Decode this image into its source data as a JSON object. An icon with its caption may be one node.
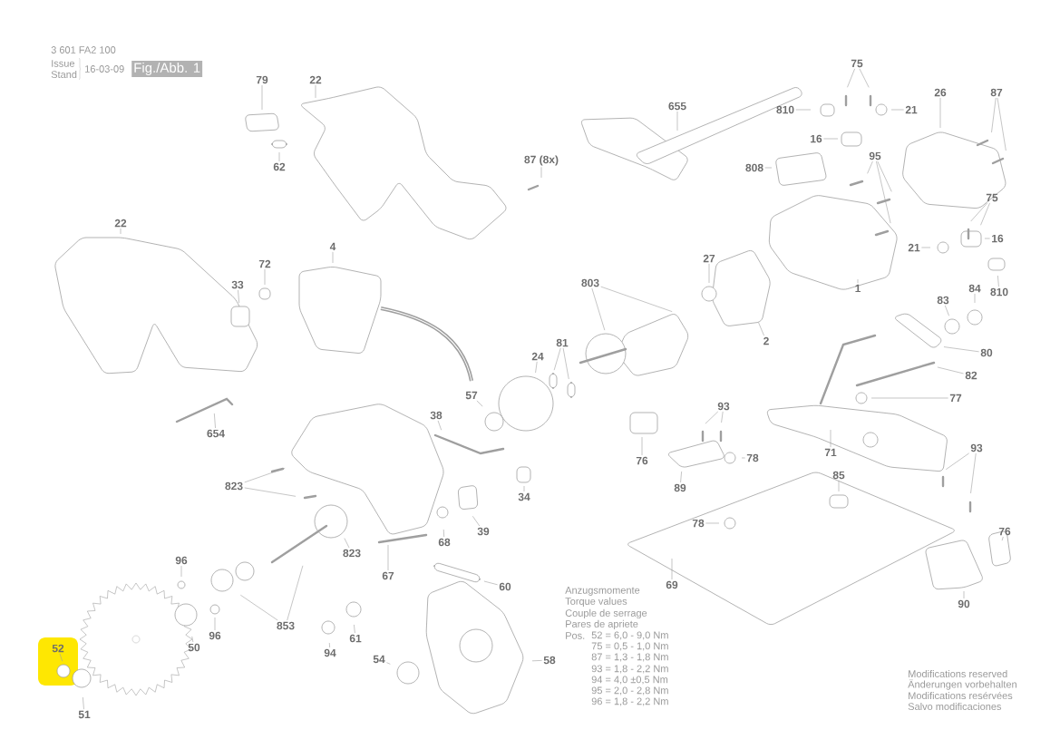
{
  "diagram": {
    "nodes": [
      {
        "text": [
          "79"
        ]
      },
      {
        "text": [
          "22"
        ]
      },
      {
        "text": [
          "62"
        ]
      },
      {
        "text": [
          "87 (8x)"
        ]
      },
      {
        "text": [
          "75"
        ]
      },
      {
        "text": [
          "810"
        ]
      },
      {
        "text": [
          "21"
        ]
      },
      {
        "text": [
          "26"
        ]
      },
      {
        "text": [
          "87"
        ]
      },
      {
        "text": [
          "655"
        ]
      },
      {
        "text": [
          "16"
        ]
      },
      {
        "text": [
          "808"
        ]
      },
      {
        "text": [
          "95"
        ]
      },
      {
        "text": [
          "22"
        ]
      },
      {
        "text": [
          "4"
        ]
      },
      {
        "text": [
          "72"
        ]
      },
      {
        "text": [
          "33"
        ]
      },
      {
        "text": [
          "75"
        ]
      },
      {
        "text": [
          "16"
        ]
      },
      {
        "text": [
          "21"
        ]
      },
      {
        "text": [
          "810"
        ]
      },
      {
        "text": [
          "27"
        ]
      },
      {
        "text": [
          "1"
        ]
      },
      {
        "text": [
          "803"
        ]
      },
      {
        "text": [
          "84"
        ]
      },
      {
        "text": [
          "83"
        ]
      },
      {
        "text": [
          "2"
        ]
      },
      {
        "text": [
          "81"
        ]
      },
      {
        "text": [
          "24"
        ]
      },
      {
        "text": [
          "80"
        ]
      },
      {
        "text": [
          "82"
        ]
      },
      {
        "text": [
          "57"
        ]
      },
      {
        "text": [
          "77"
        ]
      },
      {
        "text": [
          "93"
        ]
      },
      {
        "text": [
          "654"
        ]
      },
      {
        "text": [
          "38"
        ]
      },
      {
        "text": [
          "71"
        ]
      },
      {
        "text": [
          "93"
        ]
      },
      {
        "text": [
          "78"
        ]
      },
      {
        "text": [
          "76"
        ]
      },
      {
        "text": [
          "823"
        ]
      },
      {
        "text": [
          "89"
        ]
      },
      {
        "text": [
          "34"
        ]
      },
      {
        "text": [
          "85"
        ]
      },
      {
        "text": [
          "39"
        ]
      },
      {
        "text": [
          "78"
        ]
      },
      {
        "text": [
          "76"
        ]
      },
      {
        "text": [
          "96"
        ]
      },
      {
        "text": [
          "68"
        ]
      },
      {
        "text": [
          "823"
        ]
      },
      {
        "text": [
          "67"
        ]
      },
      {
        "text": [
          "69"
        ]
      },
      {
        "text": [
          "60"
        ]
      },
      {
        "text": [
          "90"
        ]
      },
      {
        "text": [
          "853"
        ]
      },
      {
        "text": [
          "96"
        ]
      },
      {
        "text": [
          "61"
        ]
      },
      {
        "text": [
          "50"
        ]
      },
      {
        "text": [
          "52"
        ]
      },
      {
        "text": [
          "94"
        ]
      },
      {
        "text": [
          "54"
        ]
      },
      {
        "text": [
          "58"
        ]
      },
      {
        "text": [
          "51"
        ]
      }
    ],
    "edges": [
      {
        "from": 0,
        "to": null,
        "arrow": "none"
      },
      {
        "from": 1,
        "to": null,
        "arrow": "none"
      },
      {
        "from": 2,
        "to": null,
        "arrow": "none"
      },
      {
        "from": 3,
        "to": null,
        "arrow": "none"
      },
      {
        "from": 4,
        "to": null,
        "arrow": "none"
      },
      {
        "from": 5,
        "to": null,
        "arrow": "none"
      },
      {
        "from": 6,
        "to": null,
        "arrow": "none"
      },
      {
        "from": 7,
        "to": null,
        "arrow": "none"
      },
      {
        "from": 8,
        "to": null,
        "arrow": "none"
      },
      {
        "from": 9,
        "to": null,
        "arrow": "none"
      },
      {
        "from": 10,
        "to": null,
        "arrow": "none"
      },
      {
        "from": 11,
        "to": null,
        "arrow": "none"
      },
      {
        "from": 12,
        "to": null,
        "arrow": "none"
      },
      {
        "from": 13,
        "to": null,
        "arrow": "none"
      },
      {
        "from": 14,
        "to": null,
        "arrow": "none"
      },
      {
        "from": 15,
        "to": null,
        "arrow": "none"
      },
      {
        "from": 16,
        "to": null,
        "arrow": "none"
      },
      {
        "from": 17,
        "to": null,
        "arrow": "none"
      },
      {
        "from": 18,
        "to": null,
        "arrow": "none"
      },
      {
        "from": 19,
        "to": null,
        "arrow": "none"
      },
      {
        "from": 20,
        "to": null,
        "arrow": "none"
      },
      {
        "from": 21,
        "to": null,
        "arrow": "none"
      },
      {
        "from": 22,
        "to": null,
        "arrow": "none"
      },
      {
        "from": 23,
        "to": null,
        "arrow": "none"
      },
      {
        "from": 24,
        "to": null,
        "arrow": "none"
      },
      {
        "from": 25,
        "to": null,
        "arrow": "none"
      },
      {
        "from": 26,
        "to": null,
        "arrow": "none"
      },
      {
        "from": 27,
        "to": null,
        "arrow": "none"
      },
      {
        "from": 28,
        "to": null,
        "arrow": "none"
      },
      {
        "from": 29,
        "to": null,
        "arrow": "none"
      },
      {
        "from": 30,
        "to": null,
        "arrow": "none"
      },
      {
        "from": 31,
        "to": null,
        "arrow": "none"
      },
      {
        "from": 32,
        "to": null,
        "arrow": "none"
      },
      {
        "from": 33,
        "to": null,
        "arrow": "none"
      },
      {
        "from": 34,
        "to": null,
        "arrow": "none"
      },
      {
        "from": 35,
        "to": null,
        "arrow": "none"
      },
      {
        "from": 36,
        "to": null,
        "arrow": "none"
      },
      {
        "from": 37,
        "to": null,
        "arrow": "none"
      },
      {
        "from": 38,
        "to": null,
        "arrow": "none"
      },
      {
        "from": 39,
        "to": null,
        "arrow": "none"
      },
      {
        "from": 40,
        "to": null,
        "arrow": "none"
      },
      {
        "from": 41,
        "to": null,
        "arrow": "none"
      },
      {
        "from": 42,
        "to": null,
        "arrow": "none"
      },
      {
        "from": 43,
        "to": null,
        "arrow": "none"
      },
      {
        "from": 44,
        "to": null,
        "arrow": "none"
      },
      {
        "from": 45,
        "to": null,
        "arrow": "none"
      },
      {
        "from": 46,
        "to": null,
        "arrow": "none"
      },
      {
        "from": 47,
        "to": null,
        "arrow": "none"
      },
      {
        "from": 48,
        "to": null,
        "arrow": "none"
      },
      {
        "from": 49,
        "to": null,
        "arrow": "none"
      },
      {
        "from": 50,
        "to": null,
        "arrow": "none"
      },
      {
        "from": 51,
        "to": null,
        "arrow": "none"
      },
      {
        "from": 52,
        "to": null,
        "arrow": "none"
      },
      {
        "from": 53,
        "to": null,
        "arrow": "none"
      },
      {
        "from": 54,
        "to": null,
        "arrow": "none"
      },
      {
        "from": 55,
        "to": null,
        "arrow": "none"
      },
      {
        "from": 56,
        "to": null,
        "arrow": "none"
      },
      {
        "from": 57,
        "to": null,
        "arrow": "none"
      },
      {
        "from": 58,
        "to": null,
        "arrow": "none"
      },
      {
        "from": 59,
        "to": null,
        "arrow": "none"
      },
      {
        "from": 60,
        "to": null,
        "arrow": "none"
      },
      {
        "from": 61,
        "to": null,
        "arrow": "none"
      },
      {
        "from": 62,
        "to": null,
        "arrow": "none"
      }
    ],
    "labels": [
      "3 601 FA2 100",
      "Issue",
      "Stand",
      "16-03-09",
      "Fig./Abb. 1",
      "Anzugsmomente",
      "Torque values",
      "Couple de serrage",
      "Pares de apriete",
      "Pos.",
      "52 =  6,0 - 9,0 Nm",
      "75 =  0,5 - 1,0 Nm",
      "87 =  1,3 - 1,8 Nm",
      "93 =  1,8 - 2,2 Nm",
      "94 =  4,0 ±0,5 Nm",
      "95 =  2,0 - 2,8 Nm",
      "96 =  1,8 - 2,2 Nm",
      "Modifications reserved",
      "Änderungen vorbehalten",
      "Modifications resérvées",
      "Salvo modificaciones"
    ]
  }
}
